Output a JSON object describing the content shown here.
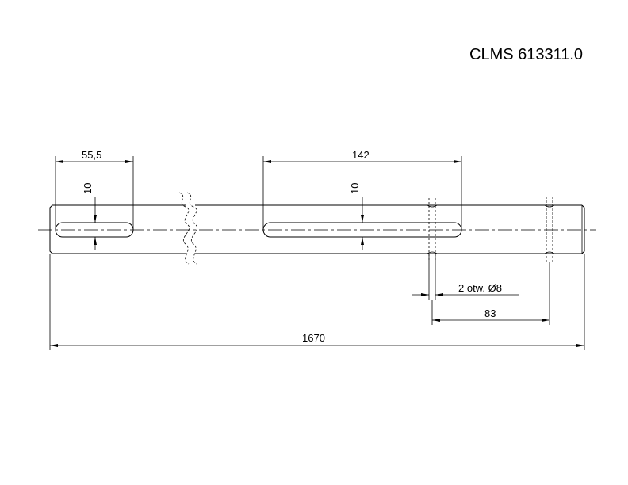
{
  "drawing": {
    "title": "CLMS 613311.0",
    "dimensions": {
      "left_keyway_length": "55,5",
      "left_keyway_width": "10",
      "right_keyway_length": "142",
      "right_keyway_width": "10",
      "holes": "2 otw. Ø8",
      "hole_spacing": "83",
      "total_length": "1670"
    }
  }
}
